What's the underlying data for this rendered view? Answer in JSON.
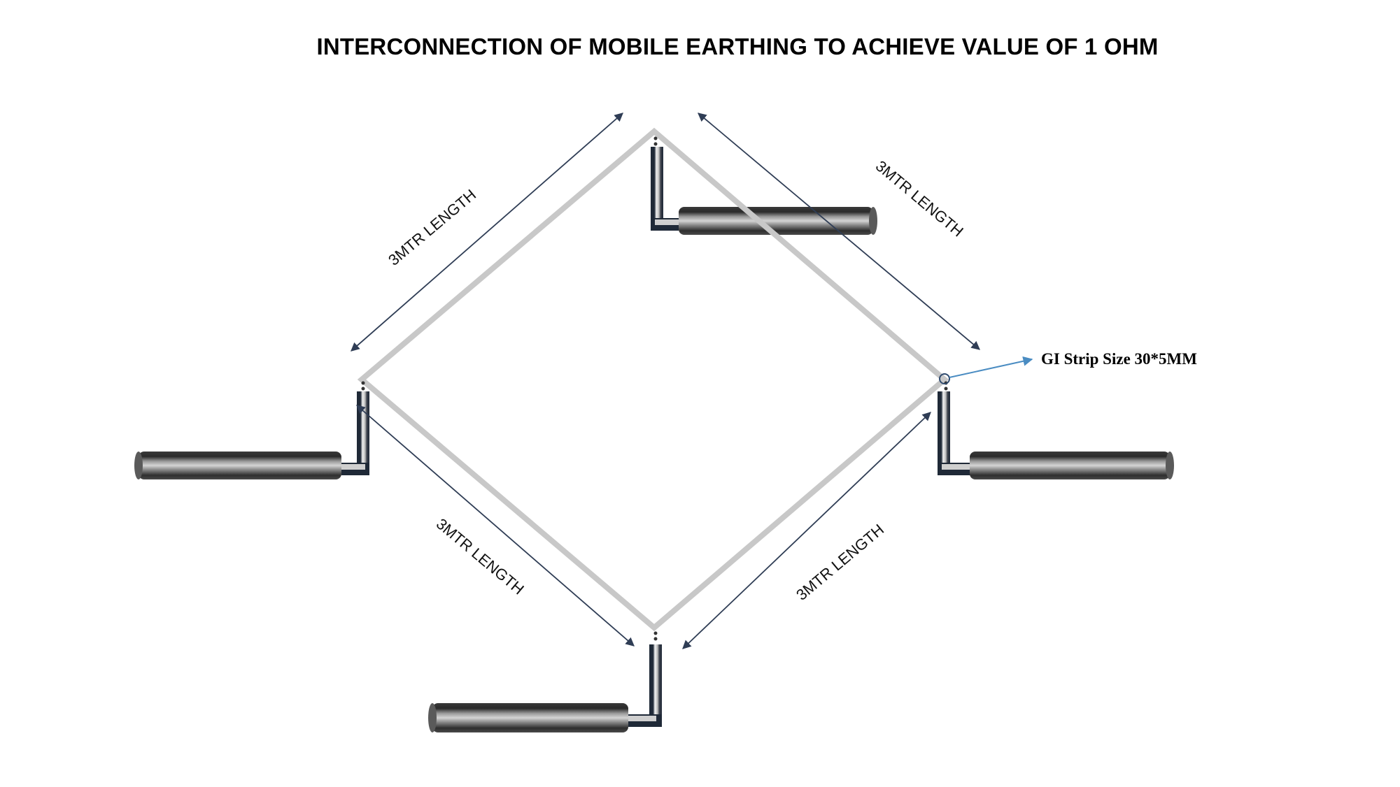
{
  "title": "INTERCONNECTION OF MOBILE EARTHING TO ACHIEVE VALUE OF 1 OHM",
  "dimension_labels": {
    "top_left": "3MTR LENGTH",
    "top_right": "3MTR LENGTH",
    "bottom_left": "3MTR LENGTH",
    "bottom_right": "3MTR LENGTH"
  },
  "callout": {
    "label": "GI Strip Size 30*5MM"
  },
  "colors": {
    "strip": "#c8c8c8",
    "dimension_arrow": "#2f3d55",
    "callout_arrow": "#4a8cc2",
    "electrode_dark": "#1f2937",
    "electrode_light": "#d9d9d9"
  },
  "electrodes": [
    {
      "id": "top"
    },
    {
      "id": "left"
    },
    {
      "id": "right"
    },
    {
      "id": "bottom"
    }
  ]
}
